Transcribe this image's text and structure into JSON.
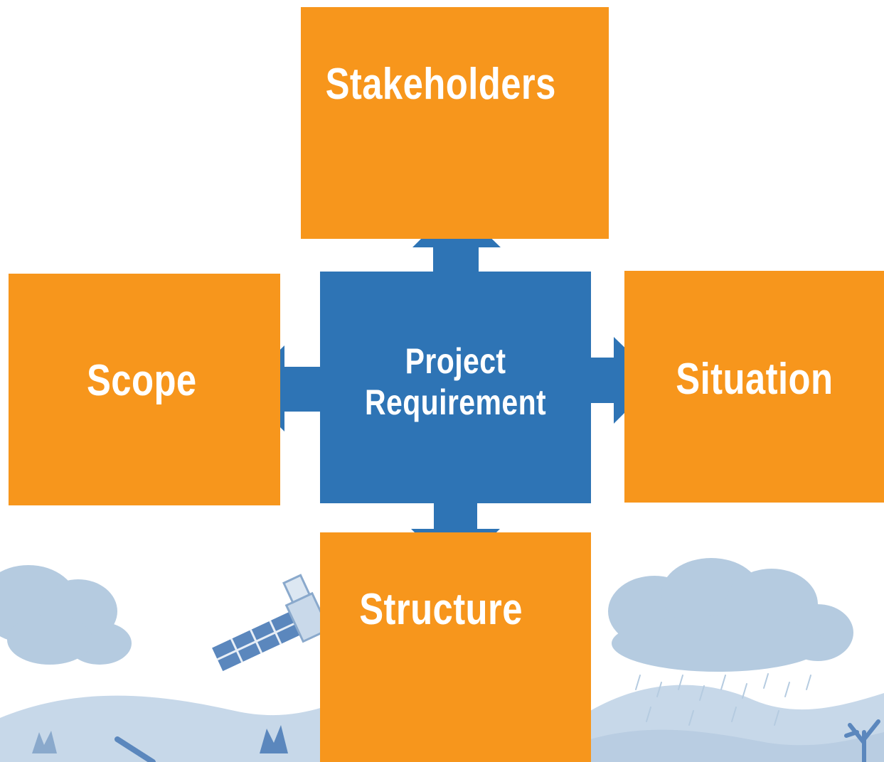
{
  "diagram": {
    "center": {
      "lines": [
        "Project",
        "Requirement"
      ]
    },
    "nodes": {
      "top": "Stakeholders",
      "left": "Scope",
      "right": "Situation",
      "bottom": "Structure"
    }
  },
  "colors": {
    "node_fill": "#f7961c",
    "center_fill": "#2e74b5",
    "arrow_fill": "#2e74b5",
    "label_text": "#ffffff",
    "background_illustration": "#b5cbe0"
  },
  "icons": [
    "cloud-icon",
    "satellite-icon",
    "rain-cloud-icon",
    "hills-illustration",
    "tree-icon"
  ]
}
